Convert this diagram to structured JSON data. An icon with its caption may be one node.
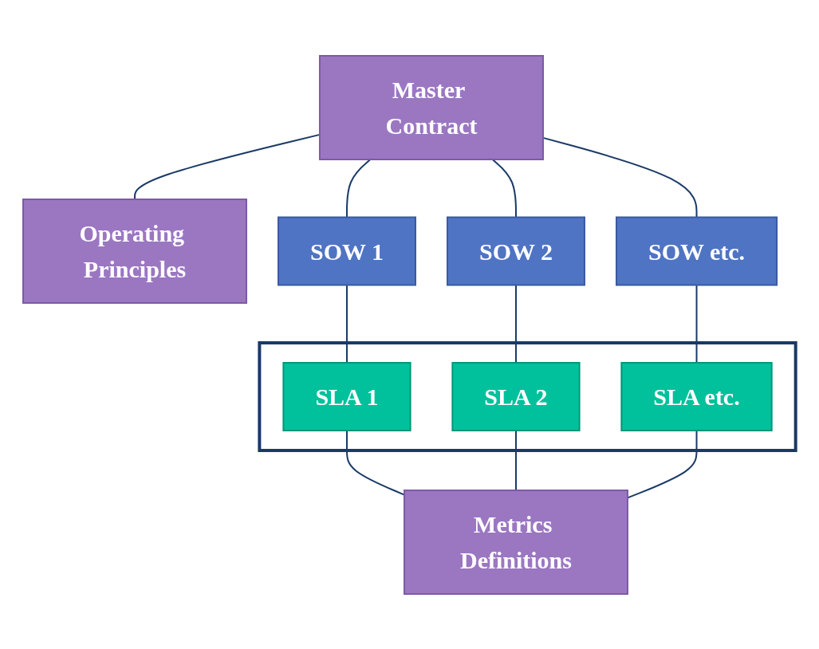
{
  "diagram": {
    "nodes": [
      {
        "text": [
          "Master Contract"
        ]
      },
      {
        "text": [
          "Operating Principles"
        ]
      },
      {
        "text": [
          "SOW 1"
        ]
      },
      {
        "text": [
          "SOW 2"
        ]
      },
      {
        "text": [
          "SOW etc."
        ]
      },
      {
        "text": [],
        "shape": "box"
      },
      {
        "text": [
          "SLA 1"
        ],
        "in": 5
      },
      {
        "text": [
          "SLA 2"
        ],
        "in": 5
      },
      {
        "text": [
          "SLA etc."
        ],
        "in": 5
      },
      {
        "text": [
          "Metrics Definitions"
        ]
      }
    ],
    "edges": [
      {
        "from": 0,
        "to": 1,
        "arrow": "none"
      },
      {
        "from": 0,
        "to": 2,
        "arrow": "none"
      },
      {
        "from": 0,
        "to": 3,
        "arrow": "none"
      },
      {
        "from": 0,
        "to": 4,
        "arrow": "none"
      },
      {
        "from": 2,
        "to": 6,
        "arrow": "none"
      },
      {
        "from": 3,
        "to": 7,
        "arrow": "none"
      },
      {
        "from": 4,
        "to": 8,
        "arrow": "none"
      },
      {
        "from": 6,
        "to": 9,
        "arrow": "none"
      },
      {
        "from": 7,
        "to": 9,
        "arrow": "none"
      },
      {
        "from": 8,
        "to": 9,
        "arrow": "none"
      }
    ]
  }
}
